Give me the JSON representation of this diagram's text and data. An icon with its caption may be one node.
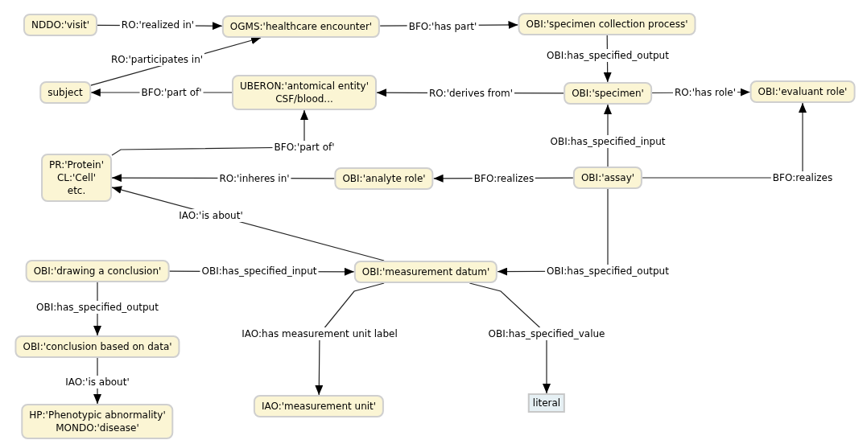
{
  "diagram": {
    "nodes": [
      {
        "text": [
          "NDDO:'visit'"
        ]
      },
      {
        "text": [
          "OGMS:'healthcare encounter'"
        ]
      },
      {
        "text": [
          "OBI:'specimen collection process'"
        ]
      },
      {
        "text": [
          "subject"
        ]
      },
      {
        "text": [
          "UBERON:'antomical entity'",
          "CSF/blood..."
        ]
      },
      {
        "text": [
          "OBI:'specimen'"
        ]
      },
      {
        "text": [
          "OBI:'evaluant role'"
        ]
      },
      {
        "text": [
          "PR:'Protein'",
          "CL:'Cell'",
          "etc."
        ]
      },
      {
        "text": [
          "OBI:'analyte role'"
        ]
      },
      {
        "text": [
          "OBI:'assay'"
        ]
      },
      {
        "text": [
          "OBI:'drawing a conclusion'"
        ]
      },
      {
        "text": [
          "OBI:'measurement datum'"
        ]
      },
      {
        "text": [
          "OBI:'conclusion based on data'"
        ]
      },
      {
        "text": [
          "IAO:'measurement unit'"
        ]
      },
      {
        "text": [
          "literal"
        ]
      },
      {
        "text": [
          "HP:'Phenotypic abnormality'",
          "MONDO:'disease'"
        ]
      }
    ],
    "edges": [
      {
        "from": 0,
        "to": 1,
        "arrow": "to",
        "label": "RO:'realized in'"
      },
      {
        "from": 1,
        "to": 2,
        "arrow": "to",
        "label": "BFO:'has part'"
      },
      {
        "from": 3,
        "to": 1,
        "arrow": "to",
        "label": "RO:'participates in'"
      },
      {
        "from": 2,
        "to": 5,
        "arrow": "to",
        "label": "OBI:has_specified_output"
      },
      {
        "from": 4,
        "to": 3,
        "arrow": "to",
        "label": "BFO:'part of'"
      },
      {
        "from": 5,
        "to": 4,
        "arrow": "to",
        "label": "RO:'derives from'"
      },
      {
        "from": 5,
        "to": 6,
        "arrow": "to",
        "label": "RO:'has role'"
      },
      {
        "from": 7,
        "to": 4,
        "arrow": "to",
        "label": "BFO:'part of'"
      },
      {
        "from": 9,
        "to": 5,
        "arrow": "to",
        "label": "OBI:has_specified_input"
      },
      {
        "from": 8,
        "to": 7,
        "arrow": "to",
        "label": "RO:'inheres in'"
      },
      {
        "from": 9,
        "to": 8,
        "arrow": "to",
        "label": "BFO:realizes"
      },
      {
        "from": 9,
        "to": 6,
        "arrow": "to",
        "label": "BFO:realizes"
      },
      {
        "from": 11,
        "to": 7,
        "arrow": "to",
        "label": "IAO:'is about'"
      },
      {
        "from": 10,
        "to": 11,
        "arrow": "to",
        "label": "OBI:has_specified_input"
      },
      {
        "from": 9,
        "to": 11,
        "arrow": "to",
        "label": "OBI:has_specified_output"
      },
      {
        "from": 10,
        "to": 12,
        "arrow": "to",
        "label": "OBI:has_specified_output"
      },
      {
        "from": 11,
        "to": 13,
        "arrow": "to",
        "label": "IAO:has measurement unit label"
      },
      {
        "from": 11,
        "to": 14,
        "arrow": "to",
        "label": "OBI:has_specified_value"
      },
      {
        "from": 12,
        "to": 15,
        "arrow": "to",
        "label": "IAO:'is about'"
      }
    ]
  }
}
